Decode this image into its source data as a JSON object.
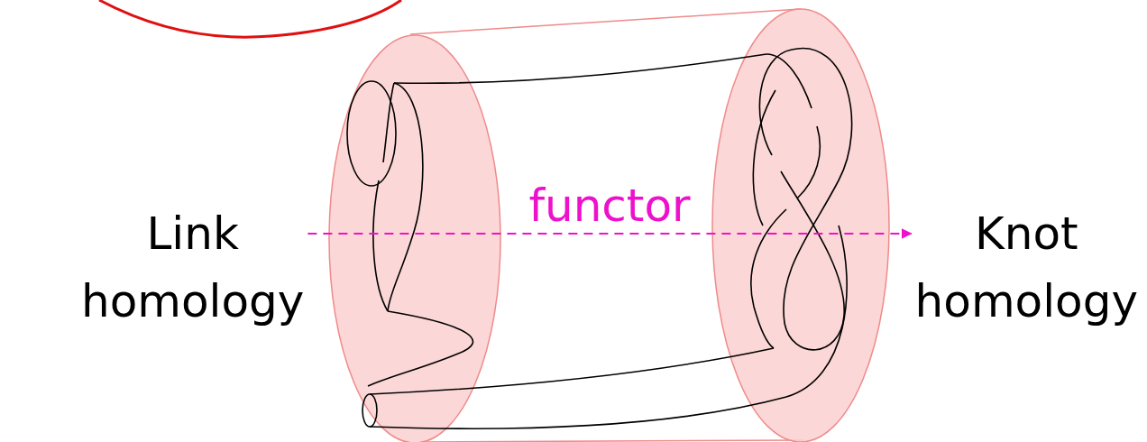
{
  "diagram": {
    "nodes": [
      {
        "text": [
          "Link homology"
        ]
      },
      {
        "text": [
          "Knot homology"
        ]
      }
    ],
    "edges": [
      {
        "from": 0,
        "to": 1,
        "label": "functor",
        "arrow": "to"
      }
    ]
  }
}
